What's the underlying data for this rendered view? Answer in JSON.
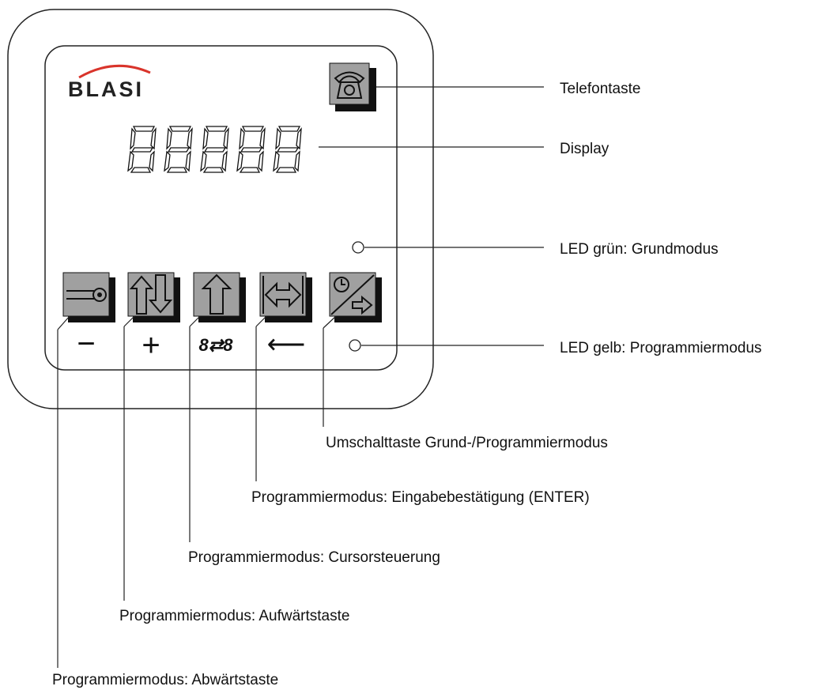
{
  "device": {
    "brand": "BLASI",
    "display_digits": [
      "8",
      "8",
      "8",
      "8",
      "8"
    ],
    "telephone_key_icon": "telephone-icon",
    "keys": [
      {
        "icon": "key-icon",
        "sublabel": "−"
      },
      {
        "icon": "up-down-arrows-icon",
        "sublabel": "+"
      },
      {
        "icon": "up-arrow-icon",
        "sublabel": "8⇄8"
      },
      {
        "icon": "left-right-arrow-bar-icon",
        "sublabel": "⟵"
      },
      {
        "icon": "clock-arrow-icon",
        "sublabel": ""
      }
    ],
    "leds": [
      {
        "name": "LED grün",
        "color": "#ffffff"
      },
      {
        "name": "LED gelb",
        "color": "#ffffff"
      }
    ]
  },
  "callouts": {
    "telefontaste": "Telefontaste",
    "display": "Display",
    "led_green": "LED grün: Grundmodus",
    "led_yellow": "LED gelb: Programmiermodus",
    "umschalttaste": "Umschalttaste Grund-/Programmiermodus",
    "enter": "Programmiermodus: Eingabebestätigung (ENTER)",
    "cursor": "Programmiermodus: Cursorsteuerung",
    "aufwaerts": "Programmiermodus: Aufwärtstaste",
    "abwaerts": "Programmiermodus: Abwärtstaste"
  },
  "colors": {
    "key_face": "#a0a0a0",
    "key_shadow": "#111111",
    "logo_arc": "#d9342b",
    "outline": "#222222"
  }
}
